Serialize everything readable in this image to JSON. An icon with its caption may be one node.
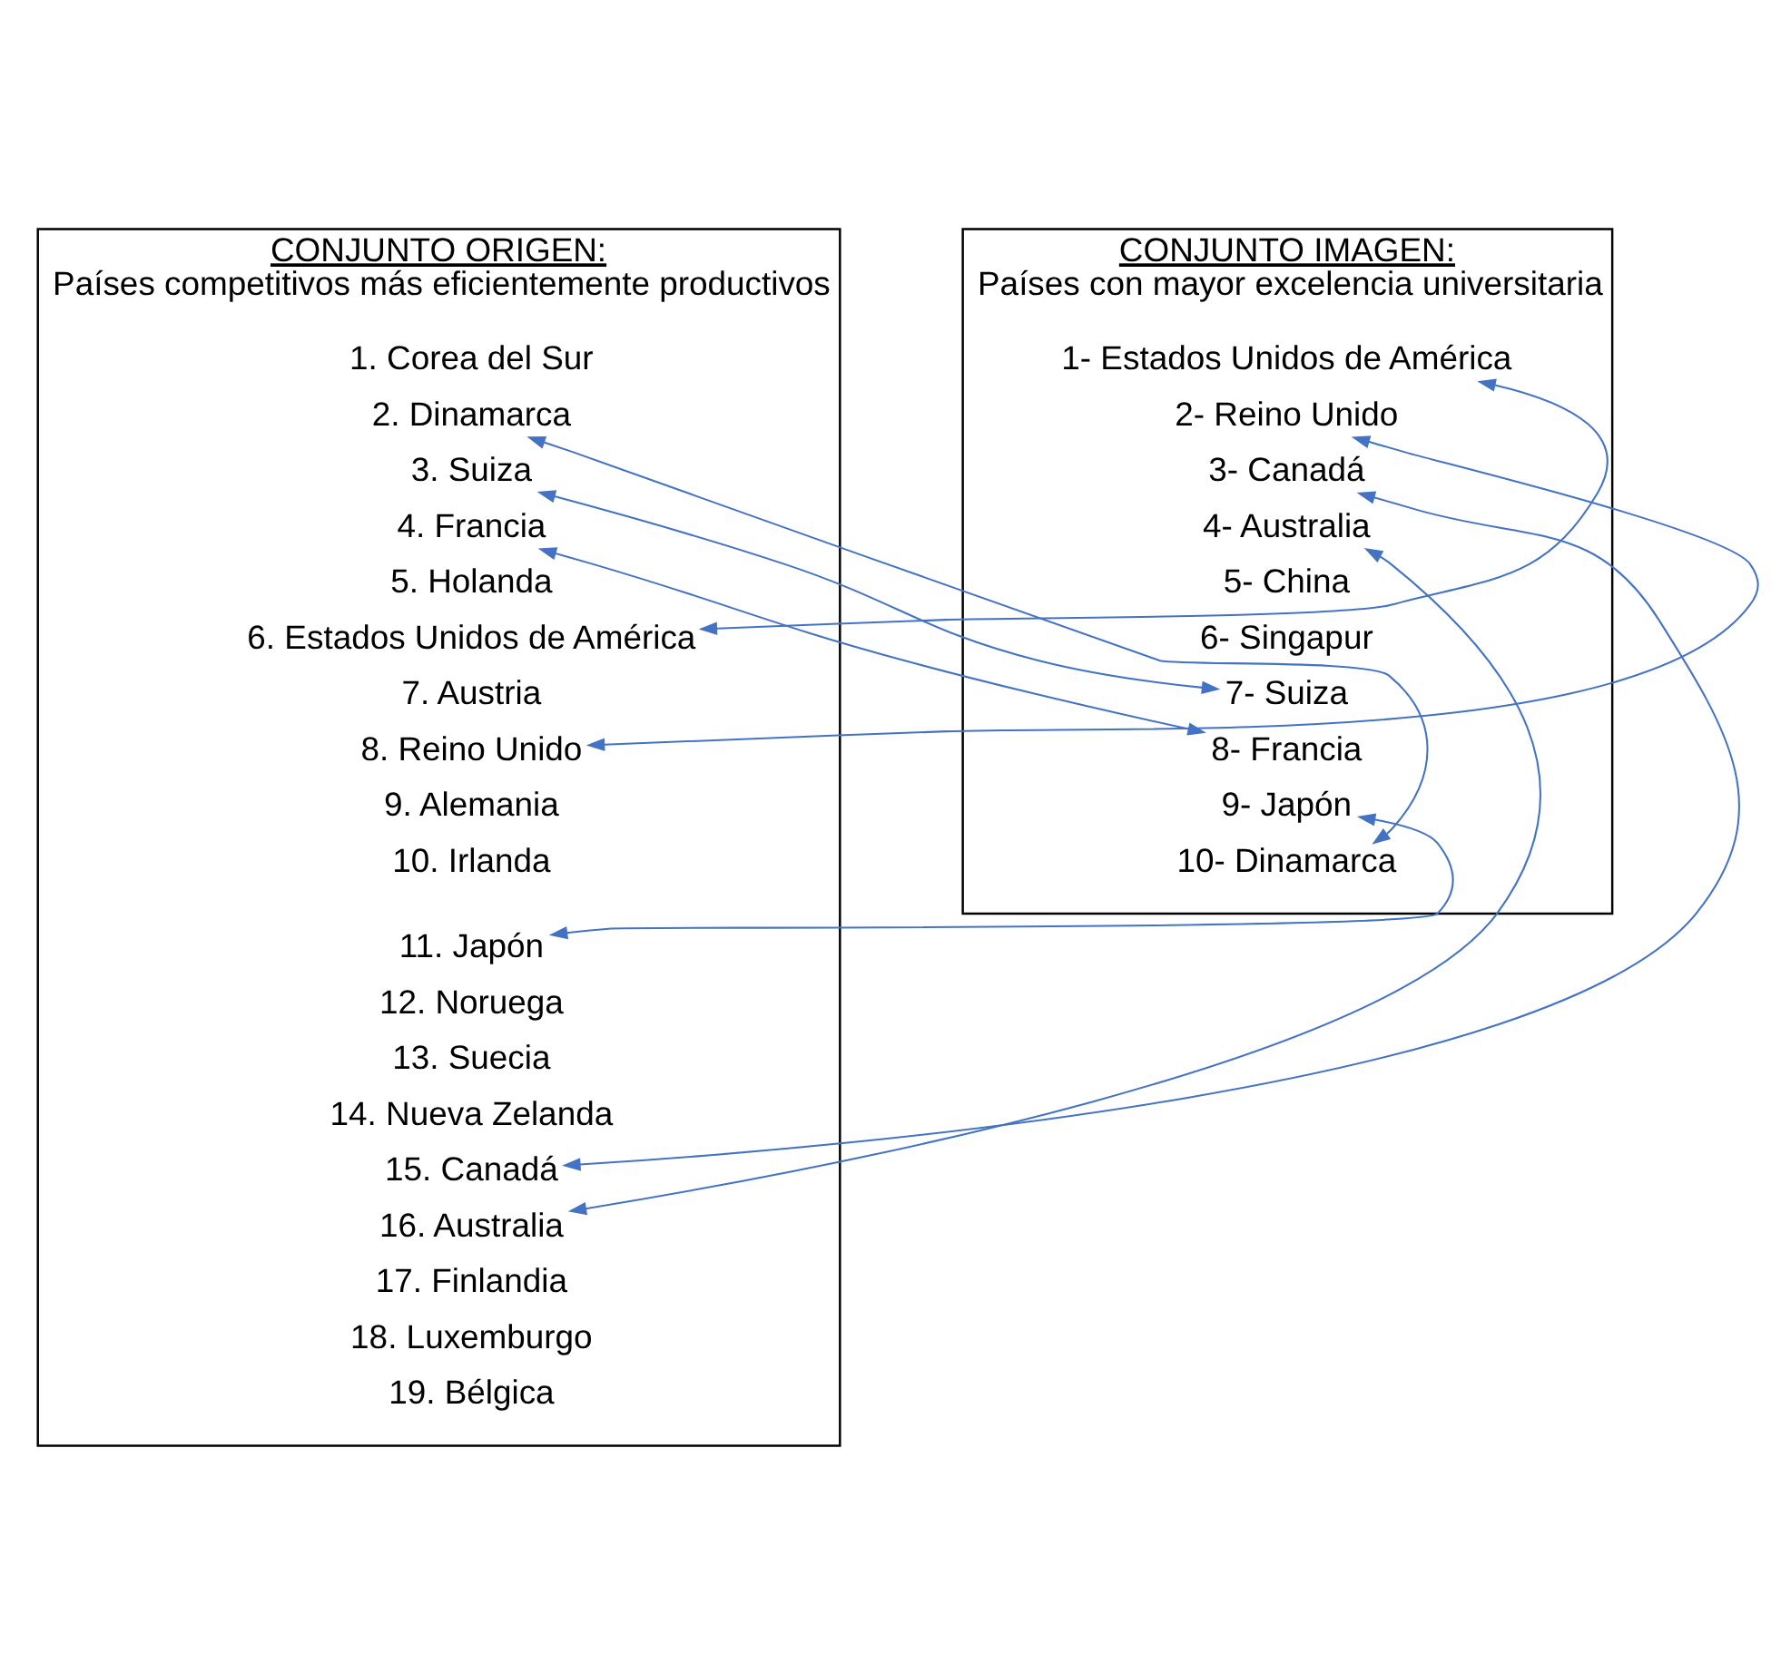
{
  "diagram": {
    "nodes": [
      {
        "text": [
          "CONJUNTO ORIGEN:",
          "Países competitivos más eficientemente productivos"
        ]
      },
      {
        "text": [
          "1. Corea del Sur"
        ],
        "in": 0
      },
      {
        "text": [
          "2. Dinamarca"
        ],
        "in": 0
      },
      {
        "text": [
          "3. Suiza"
        ],
        "in": 0
      },
      {
        "text": [
          "4. Francia"
        ],
        "in": 0
      },
      {
        "text": [
          "5. Holanda"
        ],
        "in": 0
      },
      {
        "text": [
          "6. Estados Unidos de América"
        ],
        "in": 0
      },
      {
        "text": [
          "7. Austria"
        ],
        "in": 0
      },
      {
        "text": [
          "8. Reino Unido"
        ],
        "in": 0
      },
      {
        "text": [
          "9. Alemania"
        ],
        "in": 0
      },
      {
        "text": [
          "10. Irlanda"
        ],
        "in": 0
      },
      {
        "text": [
          "11. Japón"
        ],
        "in": 0
      },
      {
        "text": [
          "12. Noruega"
        ],
        "in": 0
      },
      {
        "text": [
          "13. Suecia"
        ],
        "in": 0
      },
      {
        "text": [
          "14. Nueva Zelanda"
        ],
        "in": 0
      },
      {
        "text": [
          "15. Canadá"
        ],
        "in": 0
      },
      {
        "text": [
          "16. Australia"
        ],
        "in": 0
      },
      {
        "text": [
          "17. Finlandia"
        ],
        "in": 0
      },
      {
        "text": [
          "18. Luxemburgo"
        ],
        "in": 0
      },
      {
        "text": [
          "19. Bélgica"
        ],
        "in": 0
      },
      {
        "text": [
          "CONJUNTO IMAGEN:",
          "Países con mayor excelencia universitaria"
        ]
      },
      {
        "text": [
          "1- Estados Unidos de América"
        ],
        "in": 20
      },
      {
        "text": [
          "2- Reino Unido"
        ],
        "in": 20
      },
      {
        "text": [
          "3- Canadá"
        ],
        "in": 20
      },
      {
        "text": [
          "4- Australia"
        ],
        "in": 20
      },
      {
        "text": [
          "5- China"
        ],
        "in": 20
      },
      {
        "text": [
          "6- Singapur"
        ],
        "in": 20
      },
      {
        "text": [
          "7- Suiza"
        ],
        "in": 20
      },
      {
        "text": [
          "8- Francia"
        ],
        "in": 20
      },
      {
        "text": [
          "9- Japón"
        ],
        "in": 20
      },
      {
        "text": [
          "10- Dinamarca"
        ],
        "in": 20
      }
    ],
    "edges": [
      {
        "from": 2,
        "to": 30,
        "arrow": "both"
      },
      {
        "from": 3,
        "to": 27,
        "arrow": "both"
      },
      {
        "from": 4,
        "to": 28,
        "arrow": "both"
      },
      {
        "from": 6,
        "to": 21,
        "arrow": "both"
      },
      {
        "from": 8,
        "to": 22,
        "arrow": "both"
      },
      {
        "from": 11,
        "to": 29,
        "arrow": "both"
      },
      {
        "from": 15,
        "to": 23,
        "arrow": "both"
      },
      {
        "from": 16,
        "to": 24,
        "arrow": "both"
      }
    ]
  }
}
